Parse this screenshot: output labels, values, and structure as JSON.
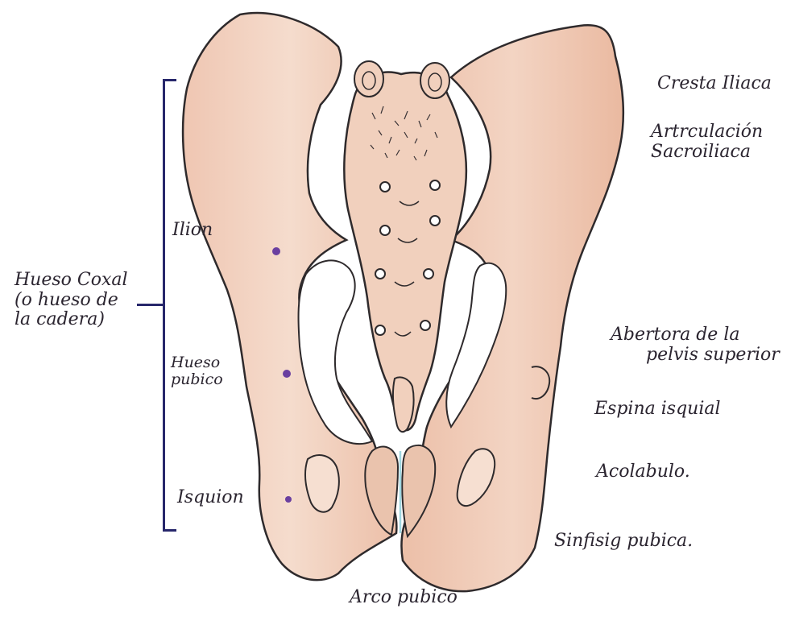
{
  "labels": {
    "cresta_iliaca": "Cresta Iliaca",
    "articulacion_line1": "Artrculación",
    "articulacion_line2": "Sacroiliaca",
    "hueso_coxal_line1": "Hueso Coxal",
    "hueso_coxal_line2": "(o hueso de",
    "hueso_coxal_line3": "la cadera)",
    "ilion": "Ilion",
    "hueso_pubico_line1": "Hueso",
    "hueso_pubico_line2": "pubico",
    "isquion": "Isquion",
    "abertura_line1": "Abertora de la",
    "abertura_line2": "pelvis superior",
    "espina_isquial": "Espina isquial",
    "acetabulo": "Acolabulo.",
    "sinfisis_pubica": "Sinfisig pubica.",
    "arco_pubico": "Arco pubico"
  },
  "colors": {
    "bone_fill": "#f2d2c0",
    "bone_shade": "#e3b39a",
    "outline": "#2e2a2c",
    "bracket": "#27276b",
    "marker": "#6a3fa0",
    "symphysis": "#9fd6e0"
  }
}
